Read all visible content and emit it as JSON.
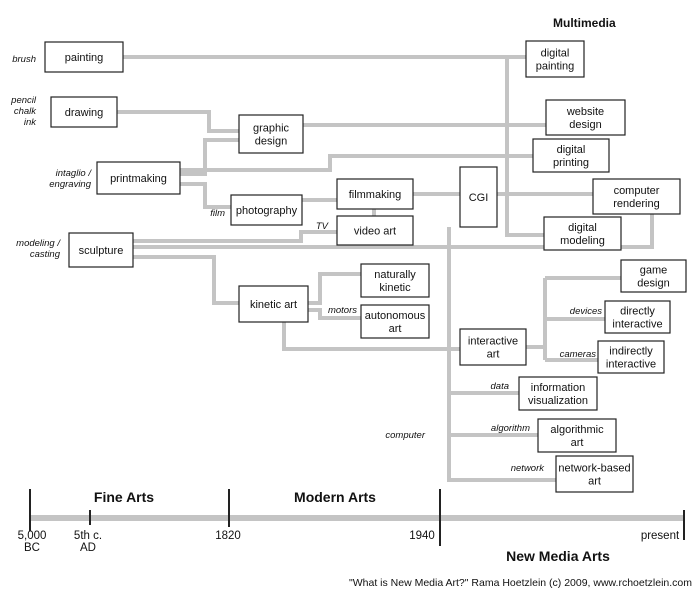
{
  "title": "Multimedia",
  "credit": "\"What is New Media Art?\" Rama Hoetzlein (c) 2009, www.rchoetzlein.com",
  "nodes": {
    "painting": {
      "lines": [
        "painting"
      ]
    },
    "drawing": {
      "lines": [
        "drawing"
      ]
    },
    "printmaking": {
      "lines": [
        "printmaking"
      ]
    },
    "sculpture": {
      "lines": [
        "sculpture"
      ]
    },
    "graphic_design": {
      "lines": [
        "graphic",
        "design"
      ]
    },
    "photography": {
      "lines": [
        "photography"
      ]
    },
    "filmmaking": {
      "lines": [
        "filmmaking"
      ]
    },
    "video_art": {
      "lines": [
        "video art"
      ]
    },
    "kinetic_art": {
      "lines": [
        "kinetic art"
      ]
    },
    "naturally_kinetic": {
      "lines": [
        "naturally",
        "kinetic"
      ]
    },
    "autonomous_art": {
      "lines": [
        "autonomous",
        "art"
      ]
    },
    "cgi": {
      "lines": [
        "CGI"
      ]
    },
    "interactive_art": {
      "lines": [
        "interactive",
        "art"
      ]
    },
    "digital_painting": {
      "lines": [
        "digital",
        "painting"
      ]
    },
    "website_design": {
      "lines": [
        "website",
        "design"
      ]
    },
    "digital_printing": {
      "lines": [
        "digital",
        "printing"
      ]
    },
    "computer_rendering": {
      "lines": [
        "computer",
        "rendering"
      ]
    },
    "digital_modeling": {
      "lines": [
        "digital",
        "modeling"
      ]
    },
    "game_design": {
      "lines": [
        "game",
        "design"
      ]
    },
    "directly_interactive": {
      "lines": [
        "directly",
        "interactive"
      ]
    },
    "indirectly_interactive": {
      "lines": [
        "indirectly",
        "interactive"
      ]
    },
    "information_visualization": {
      "lines": [
        "information",
        "visualization"
      ]
    },
    "algorithmic_art": {
      "lines": [
        "algorithmic",
        "art"
      ]
    },
    "network_based_art": {
      "lines": [
        "network-based",
        "art"
      ]
    }
  },
  "labels": {
    "brush": {
      "lines": [
        "brush"
      ]
    },
    "pencil": {
      "lines": [
        "pencil",
        "chalk",
        "ink"
      ]
    },
    "intaglio": {
      "lines": [
        "intaglio /",
        "engraving"
      ]
    },
    "modeling": {
      "lines": [
        "modeling /",
        "casting"
      ]
    },
    "film": {
      "lines": [
        "film"
      ]
    },
    "tv": {
      "lines": [
        "TV"
      ]
    },
    "motors": {
      "lines": [
        "motors"
      ]
    },
    "devices": {
      "lines": [
        "devices"
      ]
    },
    "cameras": {
      "lines": [
        "cameras"
      ]
    },
    "data": {
      "lines": [
        "data"
      ]
    },
    "algorithm": {
      "lines": [
        "algorithm"
      ]
    },
    "computer": {
      "lines": [
        "computer"
      ]
    },
    "network": {
      "lines": [
        "network"
      ]
    }
  },
  "timeline": {
    "eras": [
      {
        "key": "fine",
        "label": "Fine Arts"
      },
      {
        "key": "modern",
        "label": "Modern Arts"
      },
      {
        "key": "new",
        "label": "New Media Arts"
      }
    ],
    "ticks": [
      {
        "key": "t5000",
        "lines": [
          "5,000",
          "BC"
        ]
      },
      {
        "key": "t5th",
        "lines": [
          "5th c.",
          "AD"
        ]
      },
      {
        "key": "t1820",
        "lines": [
          "1820"
        ]
      },
      {
        "key": "t1940",
        "lines": [
          "1940"
        ]
      },
      {
        "key": "tpresent",
        "lines": [
          "present"
        ]
      }
    ]
  }
}
